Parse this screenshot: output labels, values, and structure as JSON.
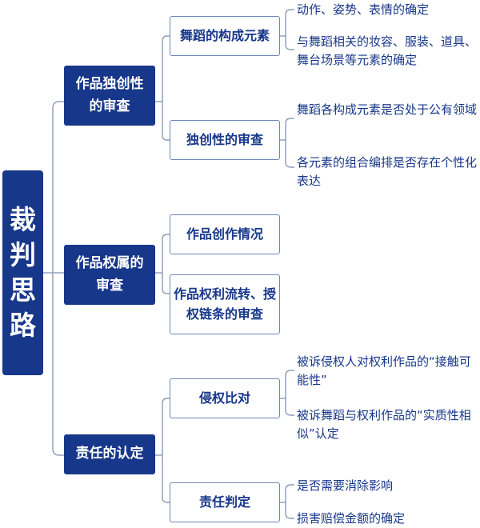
{
  "root": "裁判思路",
  "branches": [
    {
      "label": "作品独创性的审查",
      "children": [
        {
          "label": "舞蹈的构成元素",
          "leaves": [
            "动作、姿势、表情的确定",
            "与舞蹈相关的妆容、服装、道具、舞台场景等元素的确定"
          ]
        },
        {
          "label": "独创性的审查",
          "leaves": [
            "舞蹈各构成元素是否处于公有领域",
            "各元素的组合编排是否存在个性化表达"
          ]
        }
      ]
    },
    {
      "label": "作品权属的审查",
      "children": [
        {
          "label": "作品创作情况",
          "leaves": []
        },
        {
          "label": "作品权利流转、授权链条的审查",
          "leaves": []
        }
      ]
    },
    {
      "label": "责任的认定",
      "children": [
        {
          "label": "侵权比对",
          "leaves": [
            "被诉侵权人对权利作品的“接触可能性”",
            "被诉舞蹈与权利作品的“实质性相似”认定"
          ]
        },
        {
          "label": "责任判定",
          "leaves": [
            "是否需要消除影响",
            "损害赔偿金额的确定"
          ]
        }
      ]
    }
  ]
}
